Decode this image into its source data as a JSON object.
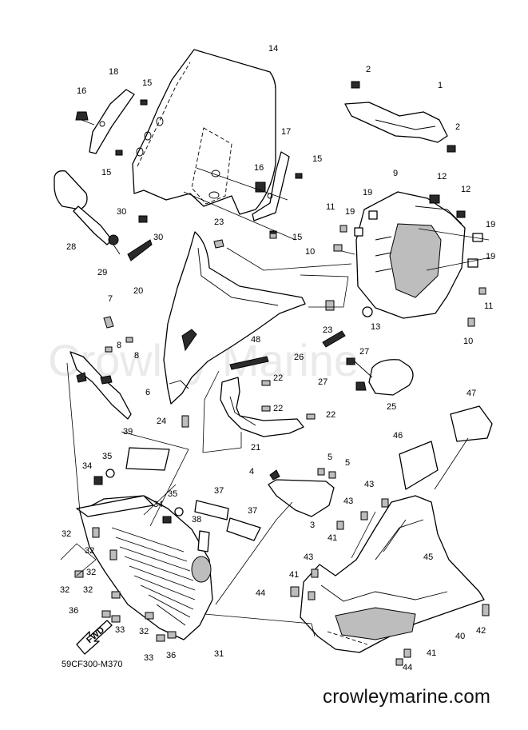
{
  "watermark": "Crowley Marine",
  "diagram_code": "59CF300-M370",
  "site_text": "crowleymarine.com",
  "direction_label": "FWD",
  "callouts": [
    "1",
    "2",
    "2",
    "3",
    "4",
    "5",
    "5",
    "6",
    "7",
    "8",
    "8",
    "9",
    "10",
    "10",
    "11",
    "11",
    "12",
    "12",
    "13",
    "14",
    "15",
    "15",
    "15",
    "15",
    "16",
    "16",
    "17",
    "18",
    "19",
    "19",
    "19",
    "19",
    "20",
    "21",
    "22",
    "22",
    "22",
    "23",
    "23",
    "24",
    "25",
    "26",
    "27",
    "27",
    "28",
    "29",
    "30",
    "30",
    "31",
    "32",
    "32",
    "32",
    "32",
    "32",
    "32",
    "33",
    "33",
    "34",
    "34",
    "35",
    "35",
    "36",
    "36",
    "37",
    "37",
    "38",
    "39",
    "40",
    "41",
    "41",
    "41",
    "42",
    "43",
    "43",
    "43",
    "44",
    "44",
    "45",
    "46",
    "47",
    "48"
  ]
}
